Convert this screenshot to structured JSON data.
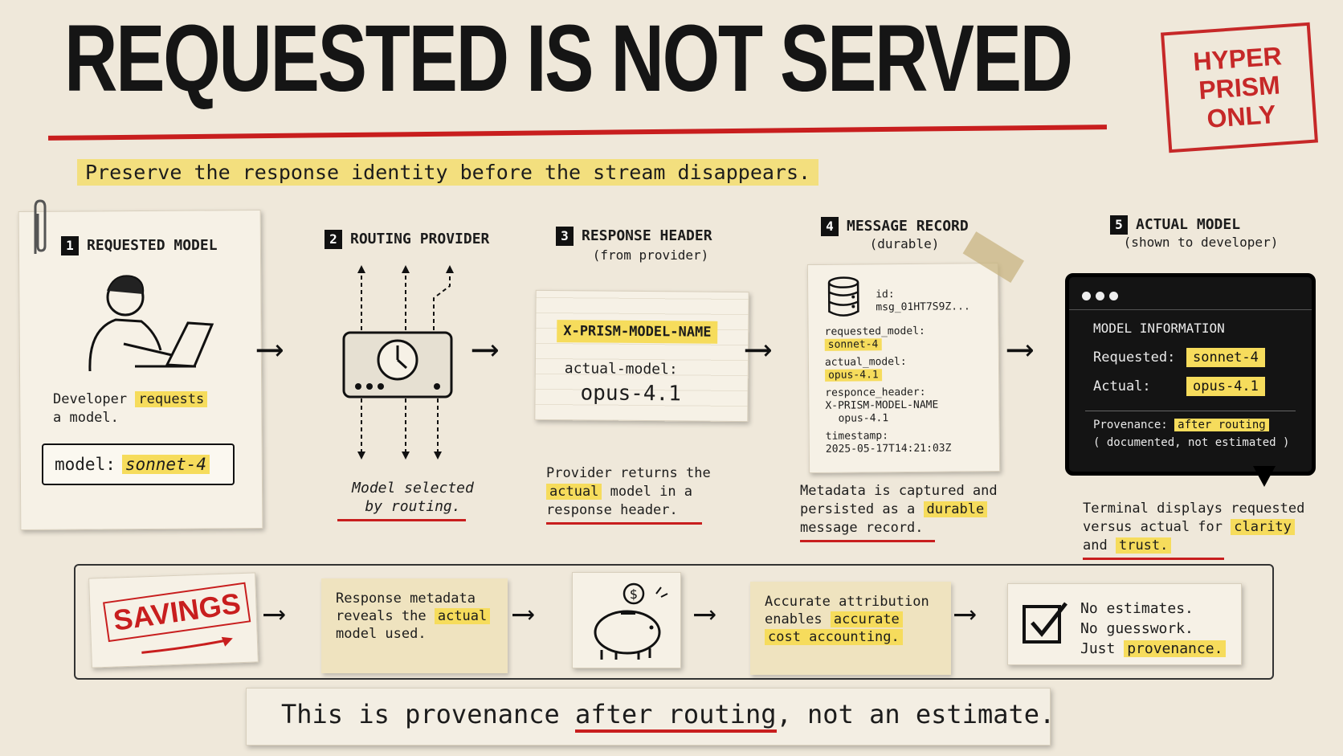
{
  "title": "REQUESTED IS NOT SERVED",
  "subtitle": "Preserve the response identity before the stream disappears.",
  "stamp": [
    "HYPER",
    "PRISM",
    "ONLY"
  ],
  "steps": [
    {
      "num": "1",
      "title": "REQUESTED MODEL",
      "caption_pre": "Developer",
      "caption_hl": "requests",
      "caption_post": "a model.",
      "field_label": "model:",
      "field_value": "sonnet-4"
    },
    {
      "num": "2",
      "title": "ROUTING PROVIDER",
      "caption_line1": "Model selected",
      "caption_line2": "by routing."
    },
    {
      "num": "3",
      "title": "RESPONSE HEADER",
      "sub": "(from provider)",
      "header_name": "X-PRISM-MODEL-NAME",
      "key": "actual-model:",
      "value": "opus-4.1",
      "caption_line1": "Provider returns the",
      "caption_hl": "actual",
      "caption_line2_post": "model in a",
      "caption_line3": "response header."
    },
    {
      "num": "4",
      "title": "MESSAGE RECORD",
      "sub": "(durable)",
      "id_label": "id:",
      "id_value": "msg_01HT7S9Z...",
      "requested_label": "requested_model:",
      "requested_value": "sonnet-4",
      "actual_label": "actual_model:",
      "actual_value": "opus-4.1",
      "header_label": "responce_header:",
      "header_value1": "X-PRISM-MODEL-NAME",
      "header_value2": "opus-4.1",
      "ts_label": "timestamp:",
      "ts_value": "2025-05-17T14:21:03Z",
      "caption_line1": "Metadata is captured and",
      "caption_line2_pre": "persisted as a",
      "caption_hl": "durable",
      "caption_line3": "message record."
    },
    {
      "num": "5",
      "title": "ACTUAL MODEL",
      "sub": "(shown to developer)",
      "term_title": "MODEL INFORMATION",
      "req_label": "Requested:",
      "req_value": "sonnet-4",
      "act_label": "Actual:",
      "act_value": "opus-4.1",
      "prov_label": "Provenance:",
      "prov_value": "after routing",
      "prov_note": "( documented, not estimated )",
      "caption_line1": "Terminal displays requested",
      "caption_line2_pre": "versus actual for",
      "caption_hl1": "clarity",
      "caption_line3_pre": "and",
      "caption_hl2": "trust."
    }
  ],
  "savings": {
    "label": "SAVINGS",
    "box1": {
      "line1": "Response metadata",
      "line2_pre": "reveals the",
      "line2_hl": "actual",
      "line3": "model used."
    },
    "box2": {
      "line1": "Accurate attribution",
      "line2_pre": "enables",
      "line2_hl": "accurate",
      "line3_hl": "cost accounting."
    },
    "box3": {
      "line1": "No estimates.",
      "line2": "No guesswork.",
      "line3_pre": "Just",
      "line3_hl": "provenance."
    }
  },
  "footer": {
    "pre": "This is provenance",
    "hl": "after routing",
    "post": ", not an estimate."
  },
  "colors": {
    "accent_red": "#c81e1e",
    "highlight": "#f6dc5c",
    "paper": "#f6f1e6",
    "ink": "#1c1c1c"
  }
}
